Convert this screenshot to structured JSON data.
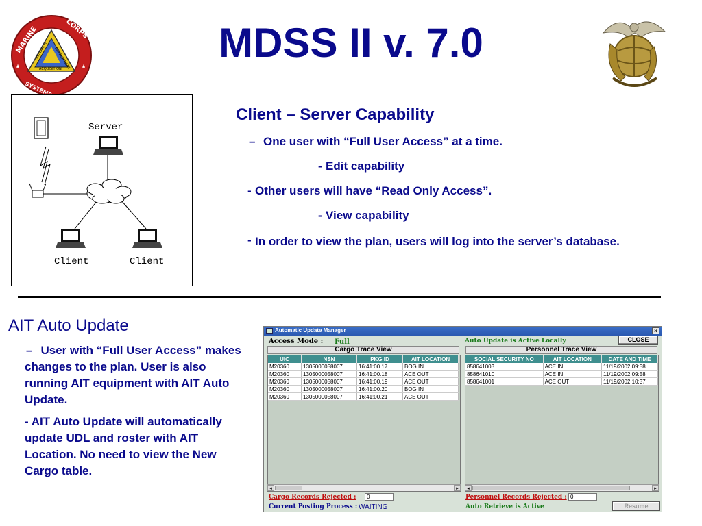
{
  "title": "MDSS II v. 7.0",
  "seal": {
    "text_top": "MARINE",
    "text_top2": "CORPS",
    "text_bottom": "SYSTEMS COMMAND",
    "inner1": "RESEARCH",
    "inner2": "DEVELOPMENT",
    "inner3": "ACQUISITION"
  },
  "diagram": {
    "server_label": "Server",
    "client1_label": "Client",
    "client2_label": "Client"
  },
  "client_server": {
    "heading": "Client – Server Capability",
    "b1_dash": "–",
    "b1": "One user with “Full User Access” at a time.",
    "b1_sub_dash": "- ",
    "b1_sub": "Edit capability",
    "b2_dash": "- ",
    "b2": "Other users will have “Read Only Access”.",
    "b2_sub_dash": "- ",
    "b2_sub": "View capability",
    "b3_dash": "- ",
    "b3": "In order to view the plan, users will log into the server’s database."
  },
  "ait": {
    "heading": "AIT Auto Update",
    "p1_dash": "–",
    "p1": "User with “Full User Access” makes changes to the plan.  User is also running AIT equipment with AIT Auto Update.",
    "p2_dash": "- ",
    "p2": "AIT Auto Update will automatically update UDL and roster with AIT Location.  No need to view the New Cargo table."
  },
  "app": {
    "window_title": "Automatic Update Manager",
    "close_x": "×",
    "access_mode_label": "Access Mode :",
    "access_mode_value": "Full",
    "auto_update_status": "Auto Update is Active Locally",
    "close_button": "CLOSE",
    "cargo_title": "Cargo Trace View",
    "personnel_title": "Personnel Trace View",
    "cargo_columns": [
      "UIC",
      "NSN",
      "PKG ID",
      "AIT LOCATION"
    ],
    "cargo_rows": [
      [
        "M20360",
        "1305000058007",
        "16:41:00.17",
        "BOG IN"
      ],
      [
        "M20360",
        "1305000058007",
        "16:41:00.18",
        "ACE OUT"
      ],
      [
        "M20360",
        "1305000058007",
        "16:41:00.19",
        "ACE OUT"
      ],
      [
        "M20360",
        "1305000058007",
        "16:41:00.20",
        "BOG IN"
      ],
      [
        "M20360",
        "1305000058007",
        "16:41:00.21",
        "ACE OUT"
      ]
    ],
    "personnel_columns": [
      "SOCIAL SECURITY NO",
      "AIT LOCATION",
      "DATE AND TIME"
    ],
    "personnel_rows": [
      [
        "858641003",
        "ACE IN",
        "11/19/2002 09:58"
      ],
      [
        "858641010",
        "ACE IN",
        "11/19/2002 09:58"
      ],
      [
        "858641001",
        "ACE OUT",
        "11/19/2002 10:37"
      ]
    ],
    "cargo_rejected_label": "Cargo Records Rejected :",
    "cargo_rejected_value": "0",
    "personnel_rejected_label": "Personnel Records Rejected :",
    "personnel_rejected_value": "0",
    "posting_label": "Current Posting Process :",
    "posting_value": "WAITING",
    "auto_retrieve_status": "Auto Retrieve is Active",
    "resume_button": "Resume",
    "colors": {
      "header_teal": "#3f8f8f",
      "status_green": "#1a7a1a",
      "rejected_red": "#c01010",
      "title_navy": "#0a0a8c"
    }
  },
  "icons": [
    "seal-logo",
    "eagle-globe-anchor-emblem",
    "handheld-device-icon",
    "lightning-icon",
    "ait-reader-icon",
    "server-laptop-icon",
    "network-cloud-icon",
    "client-laptop-icon"
  ]
}
